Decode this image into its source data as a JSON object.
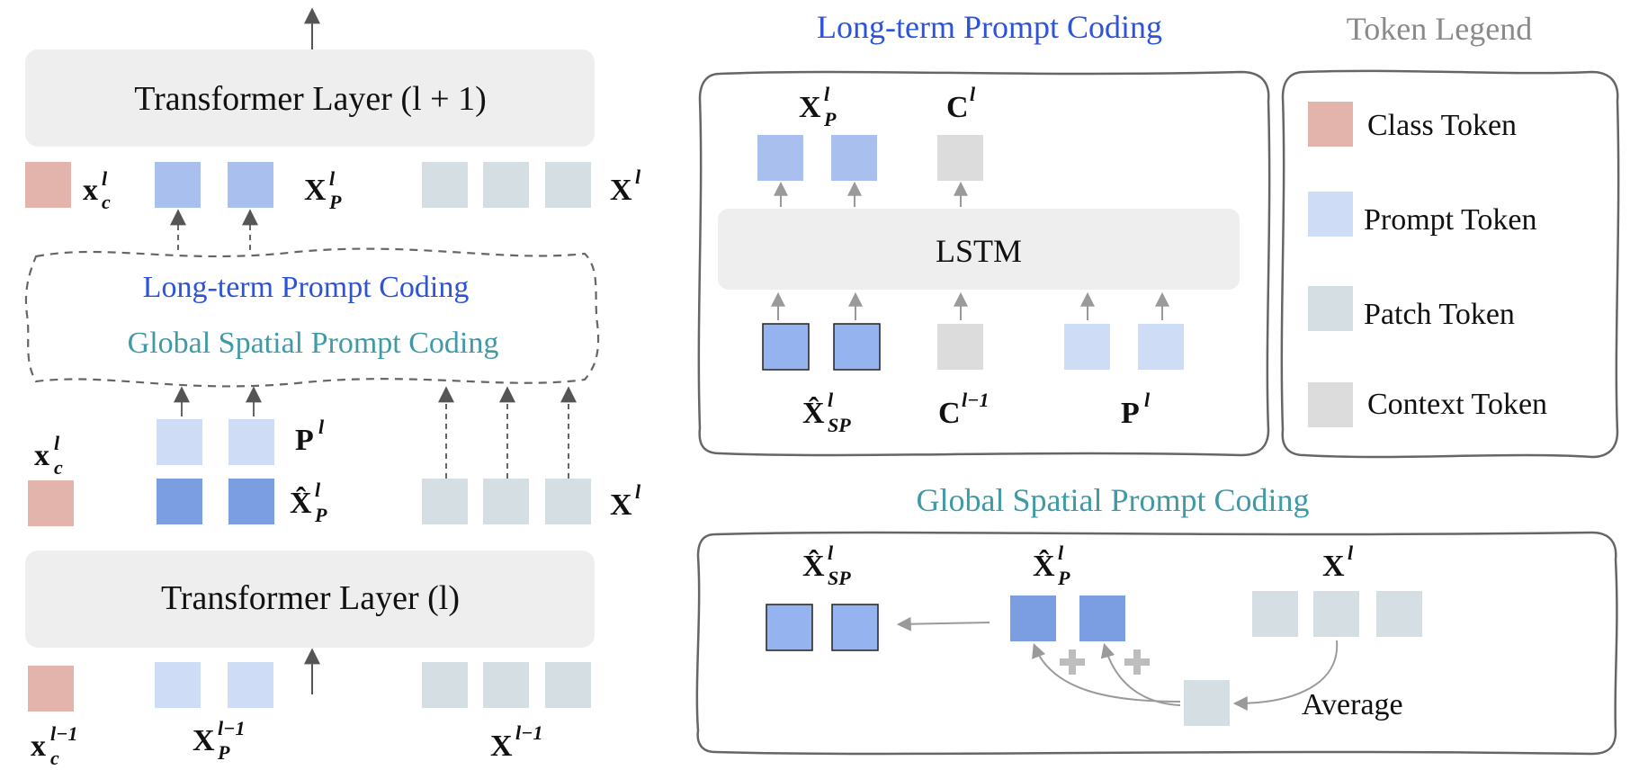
{
  "left": {
    "layer_top": "Transformer Layer (l + 1)",
    "layer_bottom": "Transformer Layer (l)",
    "coding_long": "Long-term Prompt Coding",
    "coding_global": "Global Spatial Prompt Coding",
    "labels": {
      "xc_l_top": {
        "base": "x",
        "sub": "c",
        "sup": "l"
      },
      "xp_l_top": {
        "base": "X",
        "sub": "P",
        "sup": "l"
      },
      "x_l_top": {
        "base": "X",
        "sub": "",
        "sup": "l"
      },
      "xc_l_mid": {
        "base": "x",
        "sub": "c",
        "sup": "l"
      },
      "p_l_mid": {
        "base": "P",
        "sub": "",
        "sup": "l"
      },
      "xhatp_l_mid": {
        "base": "X̂",
        "sub": "P",
        "sup": "l"
      },
      "x_l_mid": {
        "base": "X",
        "sub": "",
        "sup": "l"
      },
      "xc_lm1": {
        "base": "x",
        "sub": "c",
        "sup": "l−1"
      },
      "xp_lm1": {
        "base": "X",
        "sub": "P",
        "sup": "l−1"
      },
      "x_lm1": {
        "base": "X",
        "sub": "",
        "sup": "l−1"
      }
    }
  },
  "long_term": {
    "title": "Long-term Prompt Coding",
    "lstm": "LSTM",
    "labels": {
      "xp_l": {
        "base": "X",
        "sub": "P",
        "sup": "l"
      },
      "c_l": {
        "base": "C",
        "sub": "",
        "sup": "l"
      },
      "xhatsp_l": {
        "base": "X̂",
        "sub": "SP",
        "sup": "l"
      },
      "c_lm1": {
        "base": "C",
        "sub": "",
        "sup": "l−1"
      },
      "p_l": {
        "base": "P",
        "sub": "",
        "sup": "l"
      }
    }
  },
  "legend": {
    "title": "Token Legend",
    "items": [
      {
        "label": "Class Token",
        "color": "#e3b4ab"
      },
      {
        "label": "Prompt Token",
        "color": "#cfdcf5"
      },
      {
        "label": "Patch Token",
        "color": "#d4dee3"
      },
      {
        "label": "Context Token",
        "color": "#dcdcdc"
      }
    ]
  },
  "global_spatial": {
    "title": "Global Spatial Prompt Coding",
    "average": "Average",
    "labels": {
      "xhatsp_l": {
        "base": "X̂",
        "sub": "SP",
        "sup": "l"
      },
      "xhatp_l": {
        "base": "X̂",
        "sub": "P",
        "sup": "l"
      },
      "x_l": {
        "base": "X",
        "sub": "",
        "sup": "l"
      }
    }
  },
  "colors": {
    "class_token": "#e3b4ab",
    "prompt_token_light": "#cfdcf5",
    "prompt_token_mid": "#a9c0ee",
    "prompt_token_dark": "#7b9ee3",
    "patch_token": "#d4dee3",
    "context_token": "#dcdcdc",
    "layer_fill": "#eeeeee",
    "blue_text": "#2c53d8",
    "teal_text": "#3f9aa6",
    "legend_title": "#8a8a8a",
    "arrow": "#666666",
    "border": "#666666"
  }
}
